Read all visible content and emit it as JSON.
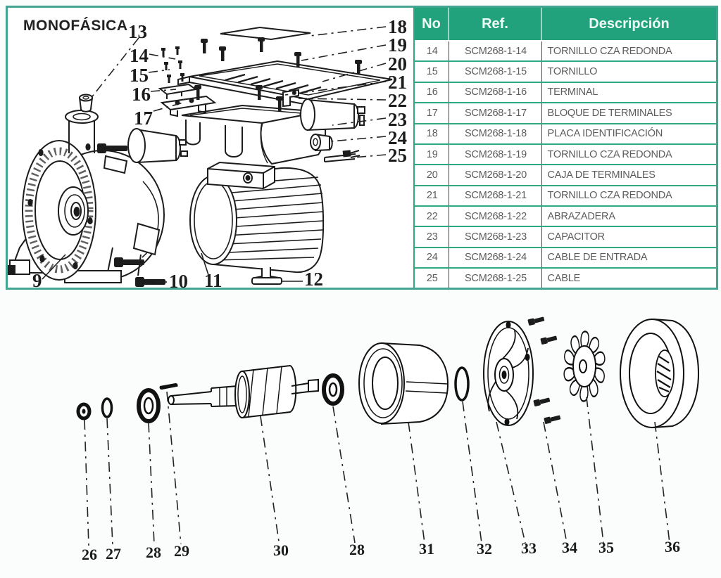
{
  "page": {
    "title": "MONOFÁSICA"
  },
  "table": {
    "columns": [
      "No",
      "Ref.",
      "Descripción"
    ],
    "rows": [
      [
        "14",
        "SCM268-1-14",
        "TORNILLO CZA REDONDA"
      ],
      [
        "15",
        "SCM268-1-15",
        "TORNILLO"
      ],
      [
        "16",
        "SCM268-1-16",
        "TERMINAL"
      ],
      [
        "17",
        "SCM268-1-17",
        "BLOQUE DE TERMINALES"
      ],
      [
        "18",
        "SCM268-1-18",
        "PLACA IDENTIFICACIÓN"
      ],
      [
        "19",
        "SCM268-1-19",
        "TORNILLO CZA REDONDA"
      ],
      [
        "20",
        "SCM268-1-20",
        "CAJA DE TERMINALES"
      ],
      [
        "21",
        "SCM268-1-21",
        "TORNILLO CZA REDONDA"
      ],
      [
        "22",
        "SCM268-1-22",
        "ABRAZADERA"
      ],
      [
        "23",
        "SCM268-1-23",
        "CAPACITOR"
      ],
      [
        "24",
        "SCM268-1-24",
        "CABLE DE ENTRADA"
      ],
      [
        "25",
        "SCM268-1-25",
        "CABLE"
      ]
    ]
  },
  "top_diagram": {
    "left_labels": [
      "13",
      "14",
      "15",
      "16",
      "17"
    ],
    "right_labels": [
      "18",
      "19",
      "20",
      "21",
      "22",
      "23",
      "24",
      "25"
    ],
    "bottom_labels": [
      "9",
      "10",
      "11",
      "12"
    ]
  },
  "bottom_diagram": {
    "labels": [
      "26",
      "27",
      "28",
      "29",
      "30",
      "28",
      "31",
      "32",
      "33",
      "34",
      "35",
      "36"
    ]
  },
  "colors": {
    "header_bg": "#21a17c",
    "table_line": "#2fa884",
    "box_border": "#43a491",
    "ink": "#1c1c1c"
  }
}
